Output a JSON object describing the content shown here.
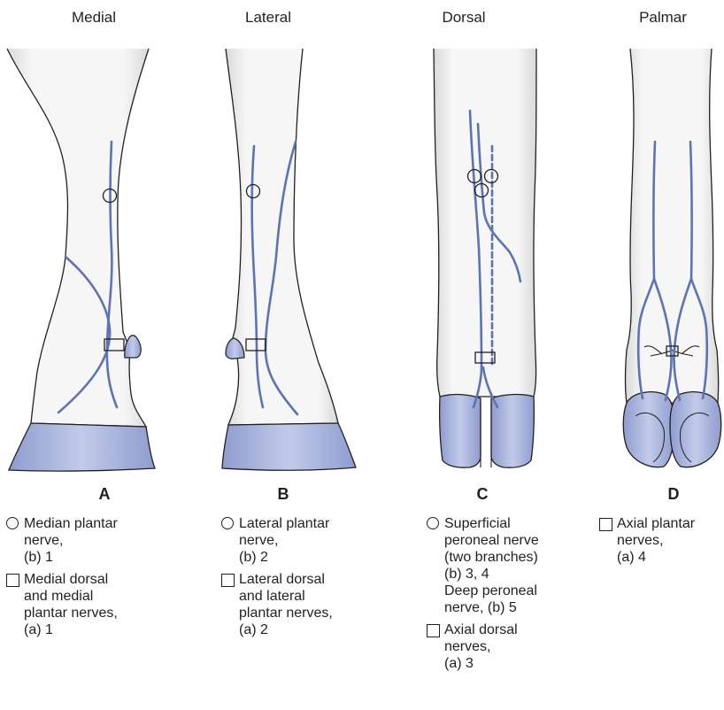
{
  "views": {
    "medial": "Medial",
    "lateral": "Lateral",
    "dorsal": "Dorsal",
    "palmar": "Palmar"
  },
  "panels": {
    "a": {
      "letter": "A",
      "circle_lines": [
        "Median plantar",
        "nerve,",
        "(b) 1"
      ],
      "square_lines": [
        "Medial dorsal",
        "and medial",
        "plantar nerves,",
        "(a) 1"
      ]
    },
    "b": {
      "letter": "B",
      "circle_lines": [
        "Lateral plantar",
        "nerve,",
        "(b) 2"
      ],
      "square_lines": [
        "Lateral dorsal",
        "and lateral",
        "plantar nerves,",
        "(a) 2"
      ]
    },
    "c": {
      "letter": "C",
      "circle_lines": [
        "Superficial",
        "peroneal nerve",
        "(two branches)",
        "(b) 3, 4",
        "Deep peroneal",
        "nerve, (b) 5"
      ],
      "square_lines": [
        "Axial dorsal",
        "nerves,",
        "(a) 3"
      ]
    },
    "d": {
      "letter": "D",
      "square_lines": [
        "Axial plantar",
        "nerves,",
        "(a) 4"
      ]
    }
  },
  "colors": {
    "nerve": "#5a74b4",
    "hoof": "#a9b5dd",
    "limb": "#f3f3f3",
    "outline": "#231f20"
  }
}
